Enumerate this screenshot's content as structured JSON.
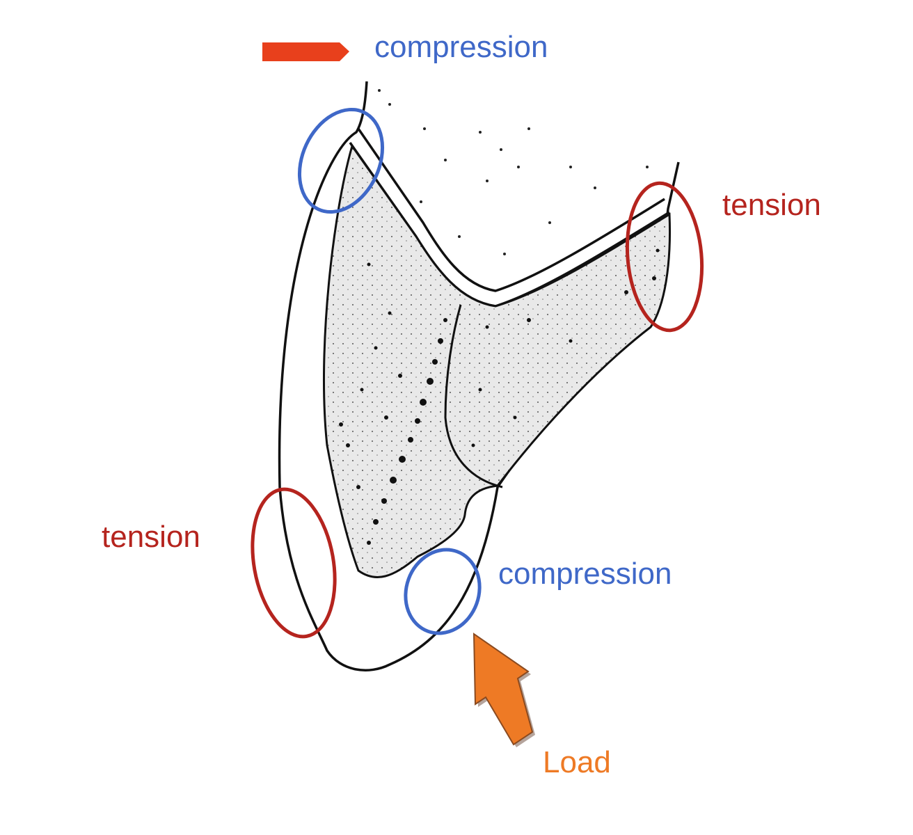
{
  "labels": {
    "compression_top": "compression",
    "tension_right": "tension",
    "tension_left": "tension",
    "compression_bottom": "compression",
    "load": "Load"
  },
  "colors": {
    "compression": "#3f68c8",
    "tension": "#b5241e",
    "load": "#ee7a25",
    "indicator": "#e8401c",
    "outline": "#111111",
    "shading": "#e6e6e6"
  }
}
